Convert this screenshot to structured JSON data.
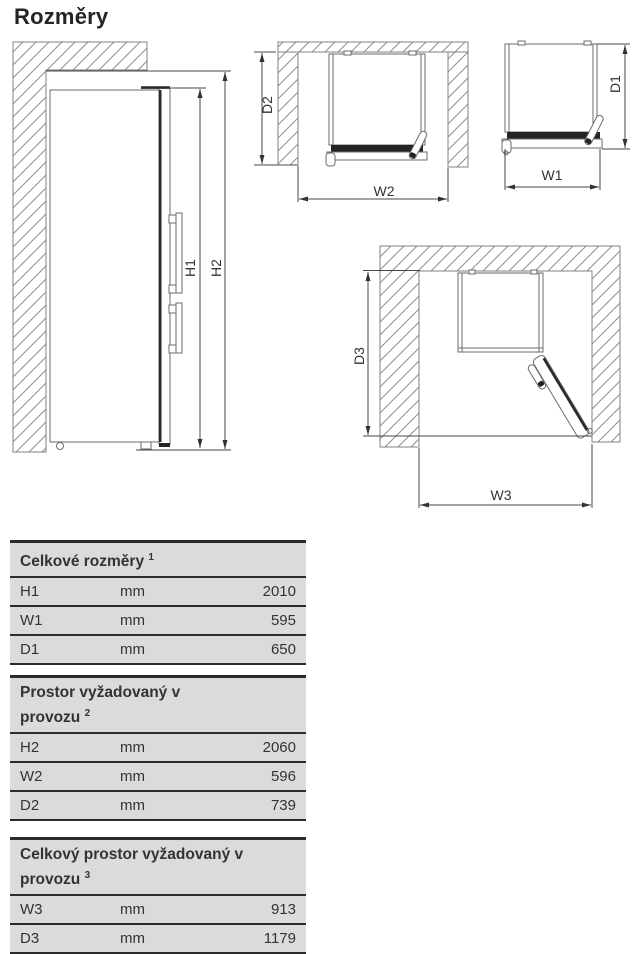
{
  "page": {
    "title": "Rozměry"
  },
  "colors": {
    "table_background": "#dbdbdb",
    "table_border": "#2b2b2b",
    "drawing_line": "#6b6b6b",
    "dimension_line": "#474747",
    "text": "#333333"
  },
  "diagrams": {
    "side_view": {
      "h1": "H1",
      "h2": "H2"
    },
    "top_view_alcove": {
      "d2": "D2",
      "w2": "W2"
    },
    "top_view_unit": {
      "d1": "D1",
      "w1": "W1"
    },
    "top_view_door_open": {
      "d3": "D3",
      "w3": "W3"
    }
  },
  "tables": [
    {
      "title": "Celkové rozměry",
      "footnote": "1",
      "rows": [
        {
          "key": "H1",
          "unit": "mm",
          "value": "2010"
        },
        {
          "key": "W1",
          "unit": "mm",
          "value": "595"
        },
        {
          "key": "D1",
          "unit": "mm",
          "value": "650"
        }
      ]
    },
    {
      "title": "Prostor vyžadovaný v provozu",
      "footnote": "2",
      "rows": [
        {
          "key": "H2",
          "unit": "mm",
          "value": "2060"
        },
        {
          "key": "W2",
          "unit": "mm",
          "value": "596"
        },
        {
          "key": "D2",
          "unit": "mm",
          "value": "739"
        }
      ]
    },
    {
      "title": "Celkový prostor vyžadovaný v provozu",
      "footnote": "3",
      "rows": [
        {
          "key": "W3",
          "unit": "mm",
          "value": "913"
        },
        {
          "key": "D3",
          "unit": "mm",
          "value": "1179"
        }
      ]
    }
  ]
}
